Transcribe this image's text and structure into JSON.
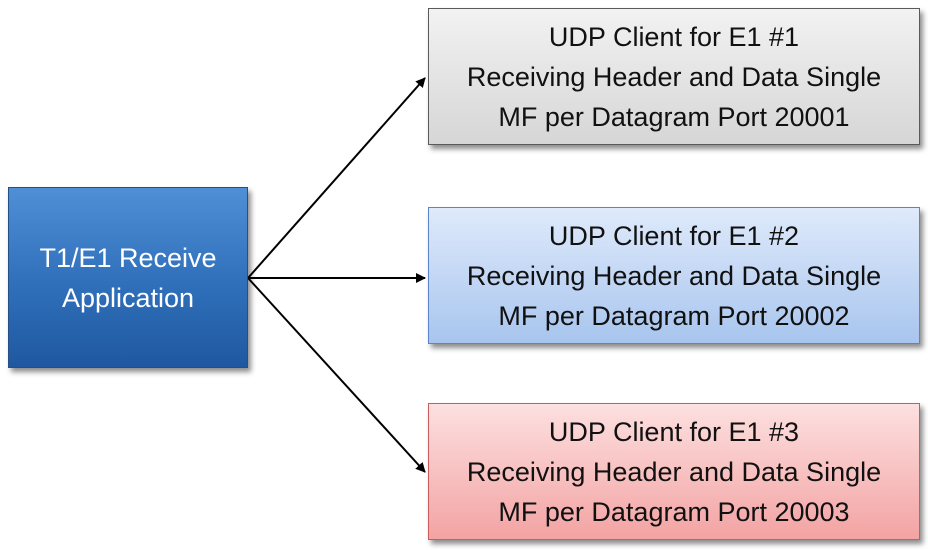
{
  "source": {
    "lines": [
      "T1/E1 Receive",
      "Application"
    ],
    "color": "#2f6fba"
  },
  "targets": [
    {
      "lines": [
        "UDP Client for E1 #1",
        "Receiving Header and Data Single",
        "MF per Datagram Port 20001"
      ],
      "color": "#d9d9d9"
    },
    {
      "lines": [
        "UDP Client for E1 #2",
        "Receiving Header and Data Single",
        "MF per Datagram Port 20002"
      ],
      "color": "#bcd3f3"
    },
    {
      "lines": [
        "UDP Client for E1 #3",
        "Receiving Header and Data Single",
        "MF per Datagram Port 20003"
      ],
      "color": "#f6b7b7"
    }
  ]
}
